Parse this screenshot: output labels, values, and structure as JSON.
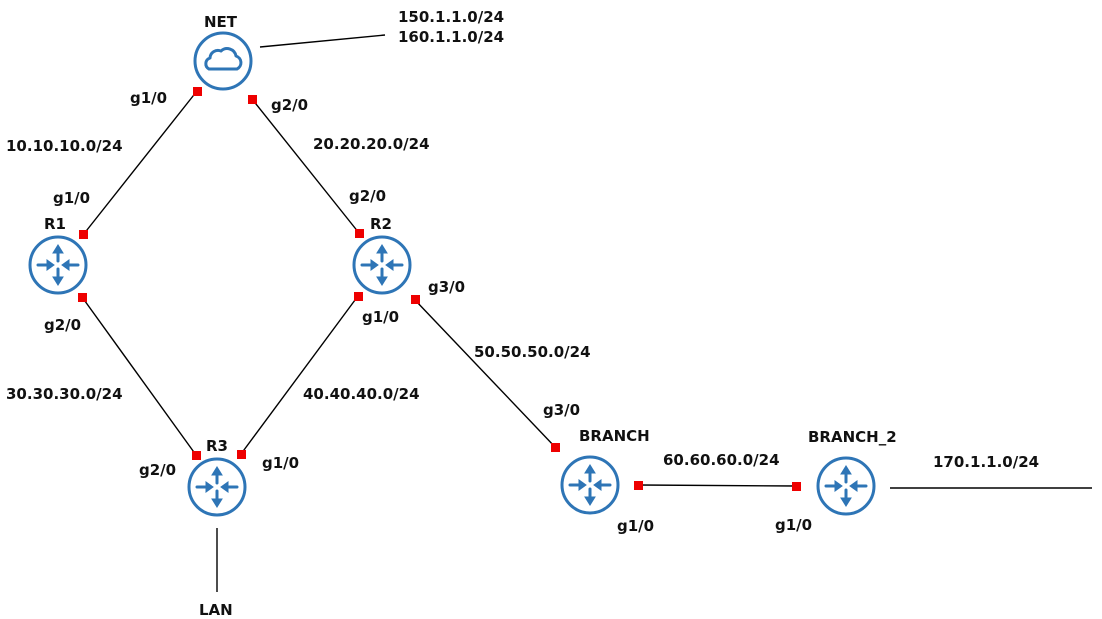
{
  "nodes": {
    "net": "NET",
    "r1": "R1",
    "r2": "R2",
    "r3": "R3",
    "branch": "BRANCH",
    "branch2": "BRANCH_2",
    "lan": "LAN"
  },
  "networks": {
    "net_routes_1": "150.1.1.0/24",
    "net_routes_2": "160.1.1.0/24",
    "net_r1": "10.10.10.0/24",
    "net_r2": "20.20.20.0/24",
    "r1_r3": "30.30.30.0/24",
    "r2_r3": "40.40.40.0/24",
    "r2_branch": "50.50.50.0/24",
    "branch_branch2": "60.60.60.0/24",
    "branch2_out": "170.1.1.0/24"
  },
  "interfaces": {
    "net_g1": "g1/0",
    "net_g2": "g2/0",
    "r1_g1": "g1/0",
    "r1_g2": "g2/0",
    "r2_g2": "g2/0",
    "r2_g3": "g3/0",
    "r2_g1": "g1/0",
    "r3_g2": "g2/0",
    "r3_g1": "g1/0",
    "branch_g3": "g3/0",
    "branch_g1": "g1/0",
    "branch2_g1": "g1/0"
  },
  "colors": {
    "node_blue": "#2e75b6",
    "port_red": "#ee0000",
    "link_black": "#000000"
  },
  "icons": {
    "net": "cloud-icon",
    "router": "router-icon"
  }
}
